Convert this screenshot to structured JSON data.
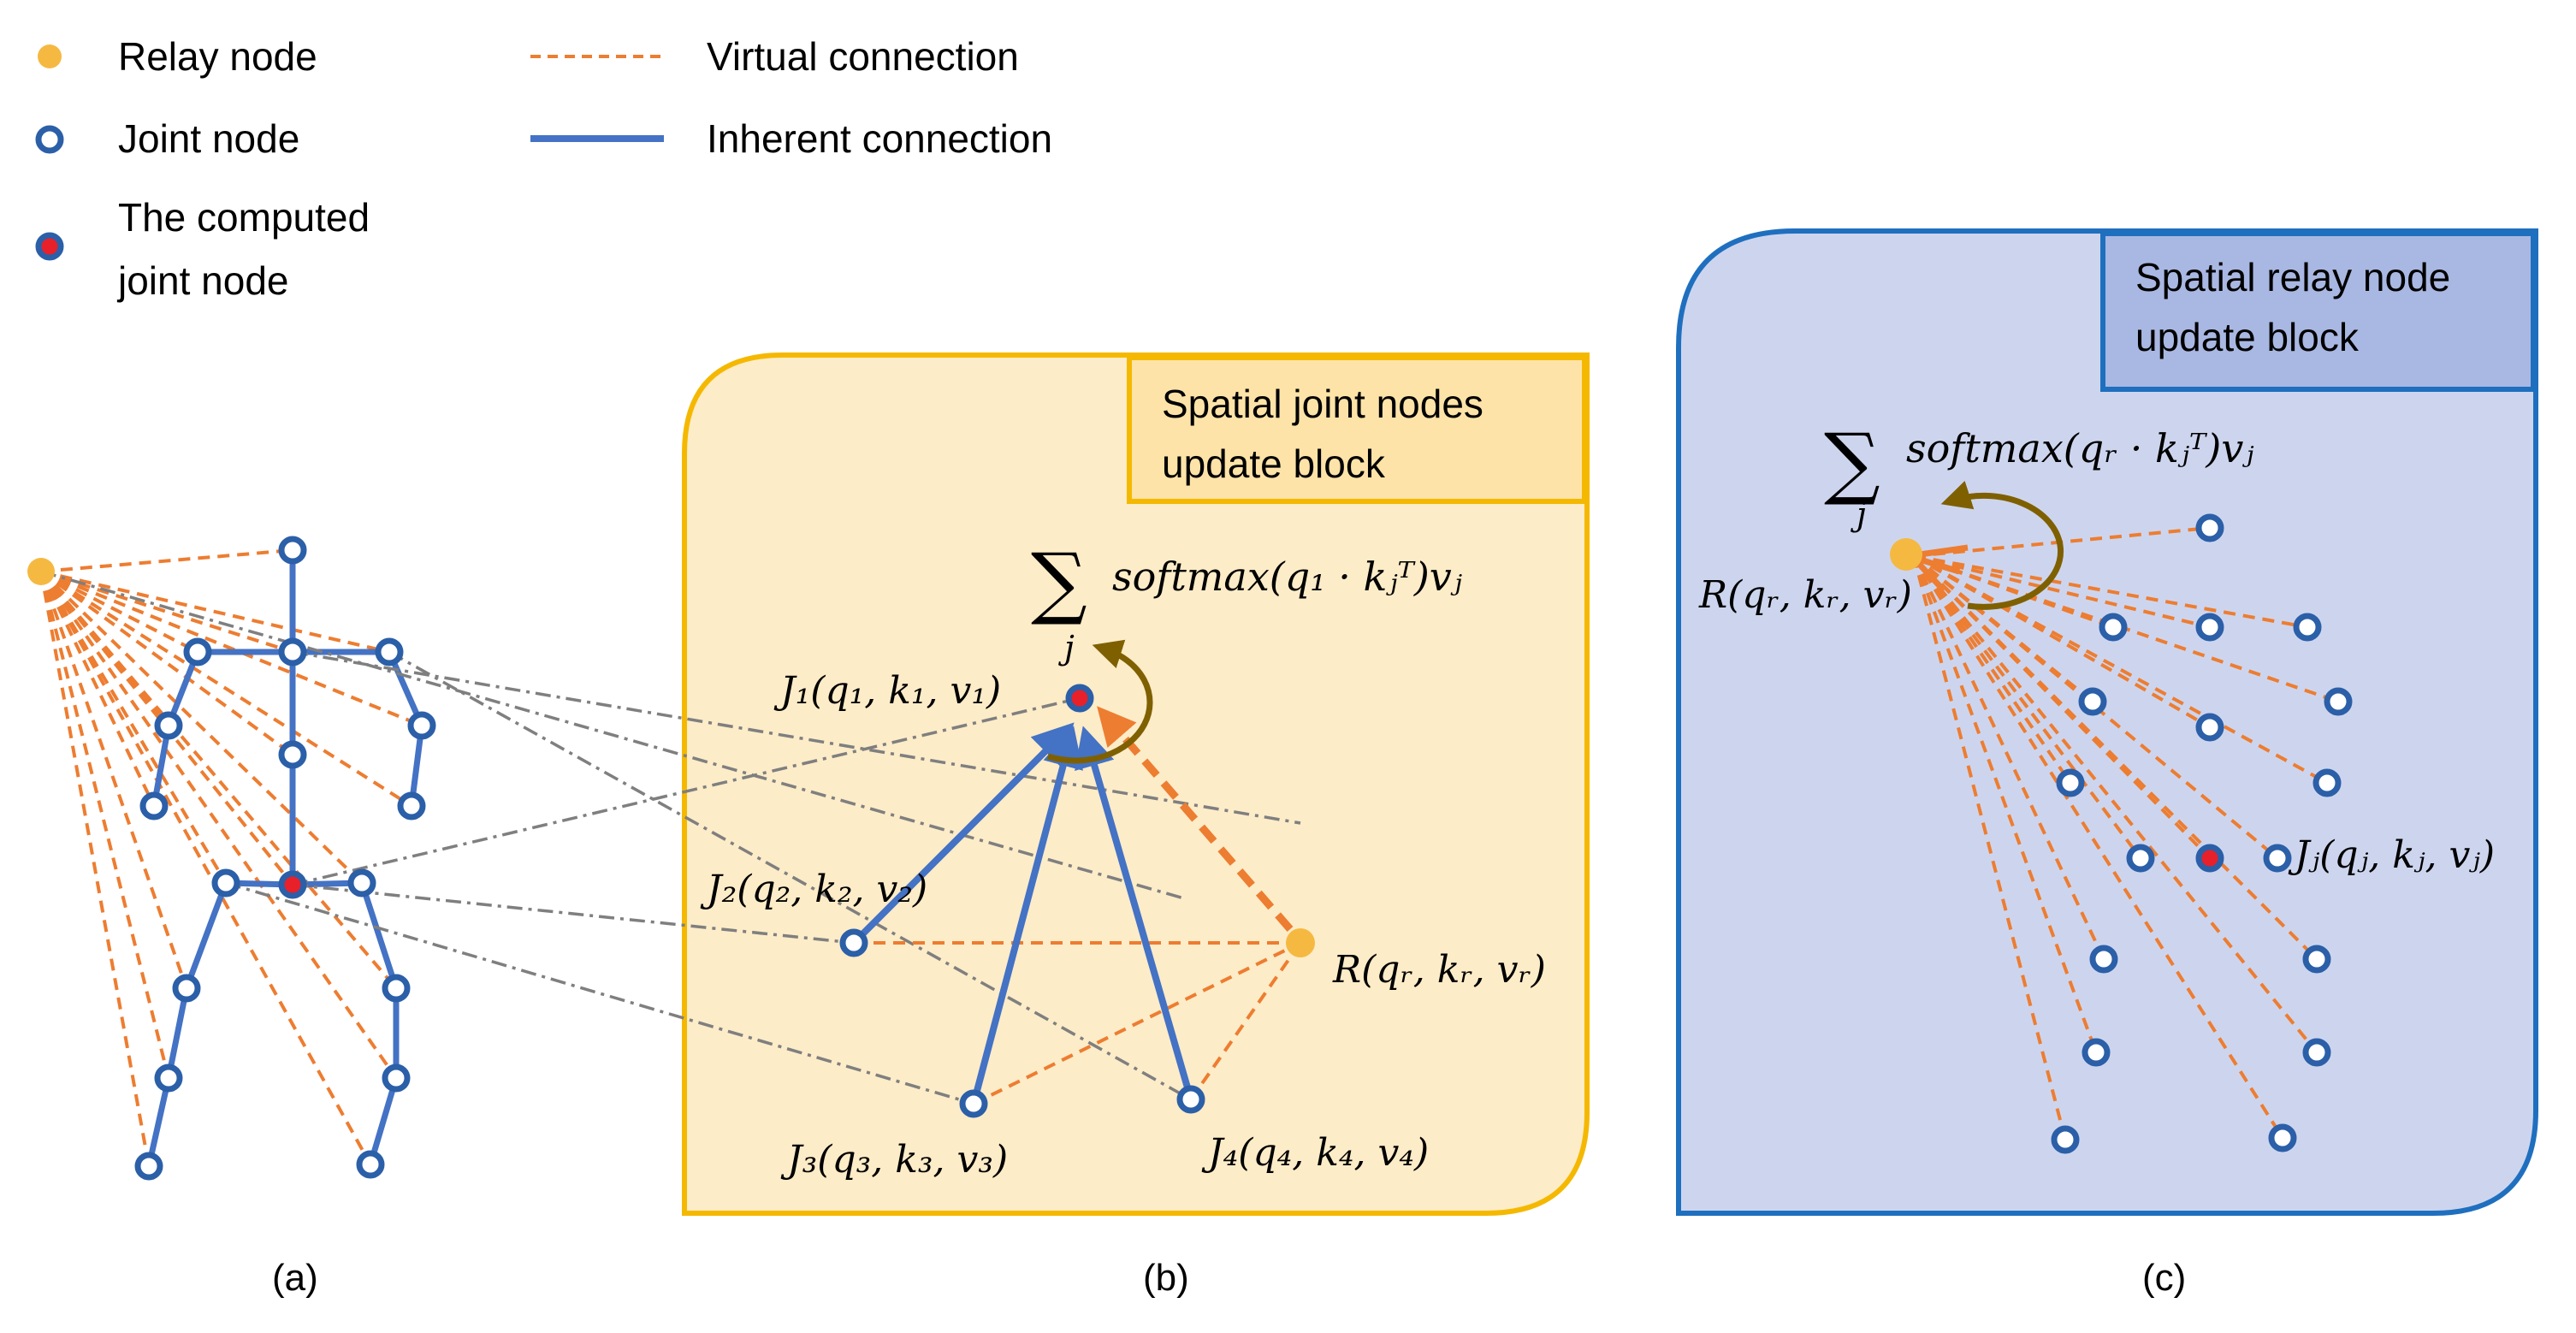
{
  "legend": {
    "relay": "Relay node",
    "joint": "Joint node",
    "computed_line1": "The computed",
    "computed_line2": "joint node",
    "virtual": "Virtual connection",
    "inherent": "Inherent connection"
  },
  "panels": {
    "a_label": "(a)",
    "b_label": "(b)",
    "c_label": "(c)",
    "b_title_line1": "Spatial joint nodes",
    "b_title_line2": "update block",
    "c_title_line1": "Spatial relay node",
    "c_title_line2": "update block"
  },
  "formulas": {
    "sum": "∑",
    "sum_index": "j",
    "b_main": "softmax(q₁ · kⱼᵀ)vⱼ",
    "c_main": "softmax(qᵣ · kⱼᵀ)vⱼ",
    "j1": "J₁(q₁, k₁, v₁)",
    "j2": "J₂(q₂, k₂, v₂)",
    "j3": "J₃(q₃, k₃, v₃)",
    "j4": "J₄(q₄, k₄, v₄)",
    "r_b": "R(qᵣ, kᵣ, vᵣ)",
    "r_c": "R(qᵣ, kᵣ, vᵣ)",
    "jj": "Jⱼ(qⱼ, kⱼ, vⱼ)"
  },
  "colors": {
    "relay": "#f5b942",
    "joint_stroke": "#2b5fa8",
    "computed": "#e8202a",
    "virtual": "#ed7d31",
    "inherent": "#4472c4",
    "panel_b_fill": "#fdecc8",
    "panel_b_border": "#f5b800",
    "panel_c_fill": "#cdd5ee",
    "panel_c_border": "#1f6fbf",
    "self_arrow": "#7f6000"
  }
}
